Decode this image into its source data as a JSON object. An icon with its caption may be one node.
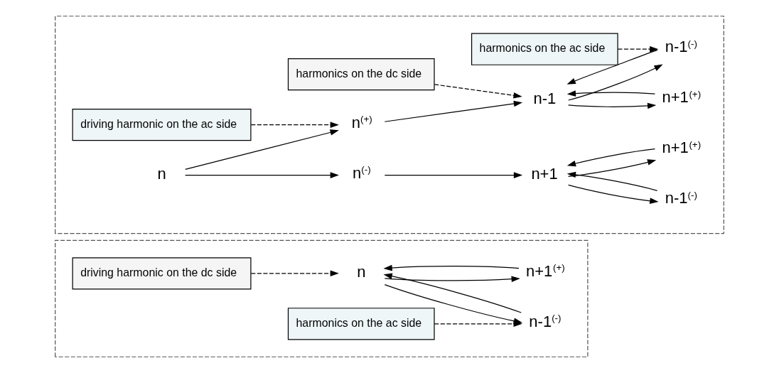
{
  "diagram": {
    "nodes": [
      {
        "text": [],
        "shape": "box"
      },
      {
        "text": [
          "driving harmonic on the dc side"
        ],
        "in": 0
      },
      {
        "text": [
          "harmonics on the ac side"
        ],
        "in": 0
      },
      {
        "text": [
          "n"
        ],
        "in": 0
      },
      {
        "text": [
          "n-1$^{(-)}$"
        ],
        "in": 0
      },
      {
        "text": [
          "n+1$^{(+)}$"
        ],
        "in": 0
      },
      {
        "text": [],
        "shape": "box"
      },
      {
        "text": [
          "driving harmonic on the ac side"
        ],
        "in": 6
      },
      {
        "text": [
          "harmonics on the dc side"
        ],
        "in": 6
      },
      {
        "text": [
          "harmonics on the ac side"
        ],
        "in": 6
      },
      {
        "text": [
          "n"
        ],
        "in": 6
      },
      {
        "text": [
          "n$^{(+)}$"
        ],
        "in": 6
      },
      {
        "text": [
          "n-1"
        ],
        "in": 6
      },
      {
        "text": [
          "n$^{(-)}$"
        ],
        "in": 6
      },
      {
        "text": [
          "n+1"
        ],
        "in": 6
      },
      {
        "text": [
          "n-1$^{(-)}$"
        ],
        "in": 6
      },
      {
        "text": [
          "n+1$^{(+)}$"
        ],
        "in": 6
      },
      {
        "text": [
          "n-1$^{(-)}$"
        ],
        "in": 6
      },
      {
        "text": [
          "n+1$^{(+)}$"
        ],
        "in": 6
      }
    ],
    "edges": [
      {
        "from": 1,
        "to": 3,
        "arrow": "to",
        "style": "dashed"
      },
      {
        "from": 2,
        "to": 4,
        "arrow": "to",
        "style": "dashed"
      },
      {
        "from": 3,
        "to": 4,
        "arrow": "to"
      },
      {
        "from": 4,
        "to": 3,
        "arrow": "to"
      },
      {
        "from": 5,
        "to": 3,
        "arrow": "to"
      },
      {
        "from": 3,
        "to": 5,
        "arrow": "to"
      },
      {
        "from": 7,
        "to": 11,
        "arrow": "to",
        "style": "dashed"
      },
      {
        "from": 8,
        "to": 12,
        "arrow": "to",
        "style": "dashed"
      },
      {
        "from": 9,
        "to": 15,
        "arrow": "to",
        "style": "dashed"
      },
      {
        "from": 10,
        "to": 11,
        "arrow": "to"
      },
      {
        "from": 10,
        "to": 13,
        "arrow": "to"
      },
      {
        "from": 11,
        "to": 12,
        "arrow": "to"
      },
      {
        "from": 13,
        "to": 14,
        "arrow": "to"
      },
      {
        "from": 12,
        "to": 15,
        "arrow": "to"
      },
      {
        "from": 15,
        "to": 12,
        "arrow": "to"
      },
      {
        "from": 16,
        "to": 12,
        "arrow": "to"
      },
      {
        "from": 12,
        "to": 16,
        "arrow": "to"
      },
      {
        "from": 14,
        "to": 17,
        "arrow": "to"
      },
      {
        "from": 17,
        "to": 14,
        "arrow": "to"
      },
      {
        "from": 18,
        "to": 14,
        "arrow": "to"
      },
      {
        "from": 14,
        "to": 18,
        "arrow": "to"
      }
    ]
  }
}
